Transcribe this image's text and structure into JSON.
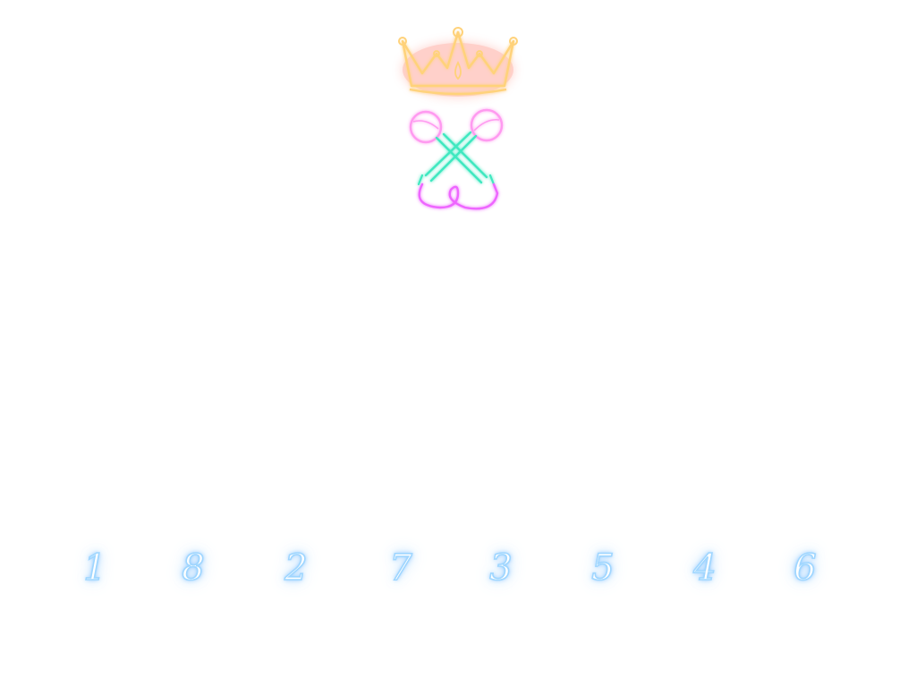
{
  "logo": {
    "crown_icon": "crown-icon",
    "microphones_icon": "crossed-microphones-icon",
    "colors": {
      "crown_stroke": "#ffd27a",
      "crown_glow": "#ff7a6a",
      "mic_head": "#ff9af0",
      "mic_body": "#3fe8c0",
      "cable": "#ee66ff"
    }
  },
  "digits": {
    "items": [
      "1",
      "8",
      "2",
      "7",
      "3",
      "5",
      "4",
      "6"
    ],
    "color": "#9fd6ff"
  }
}
